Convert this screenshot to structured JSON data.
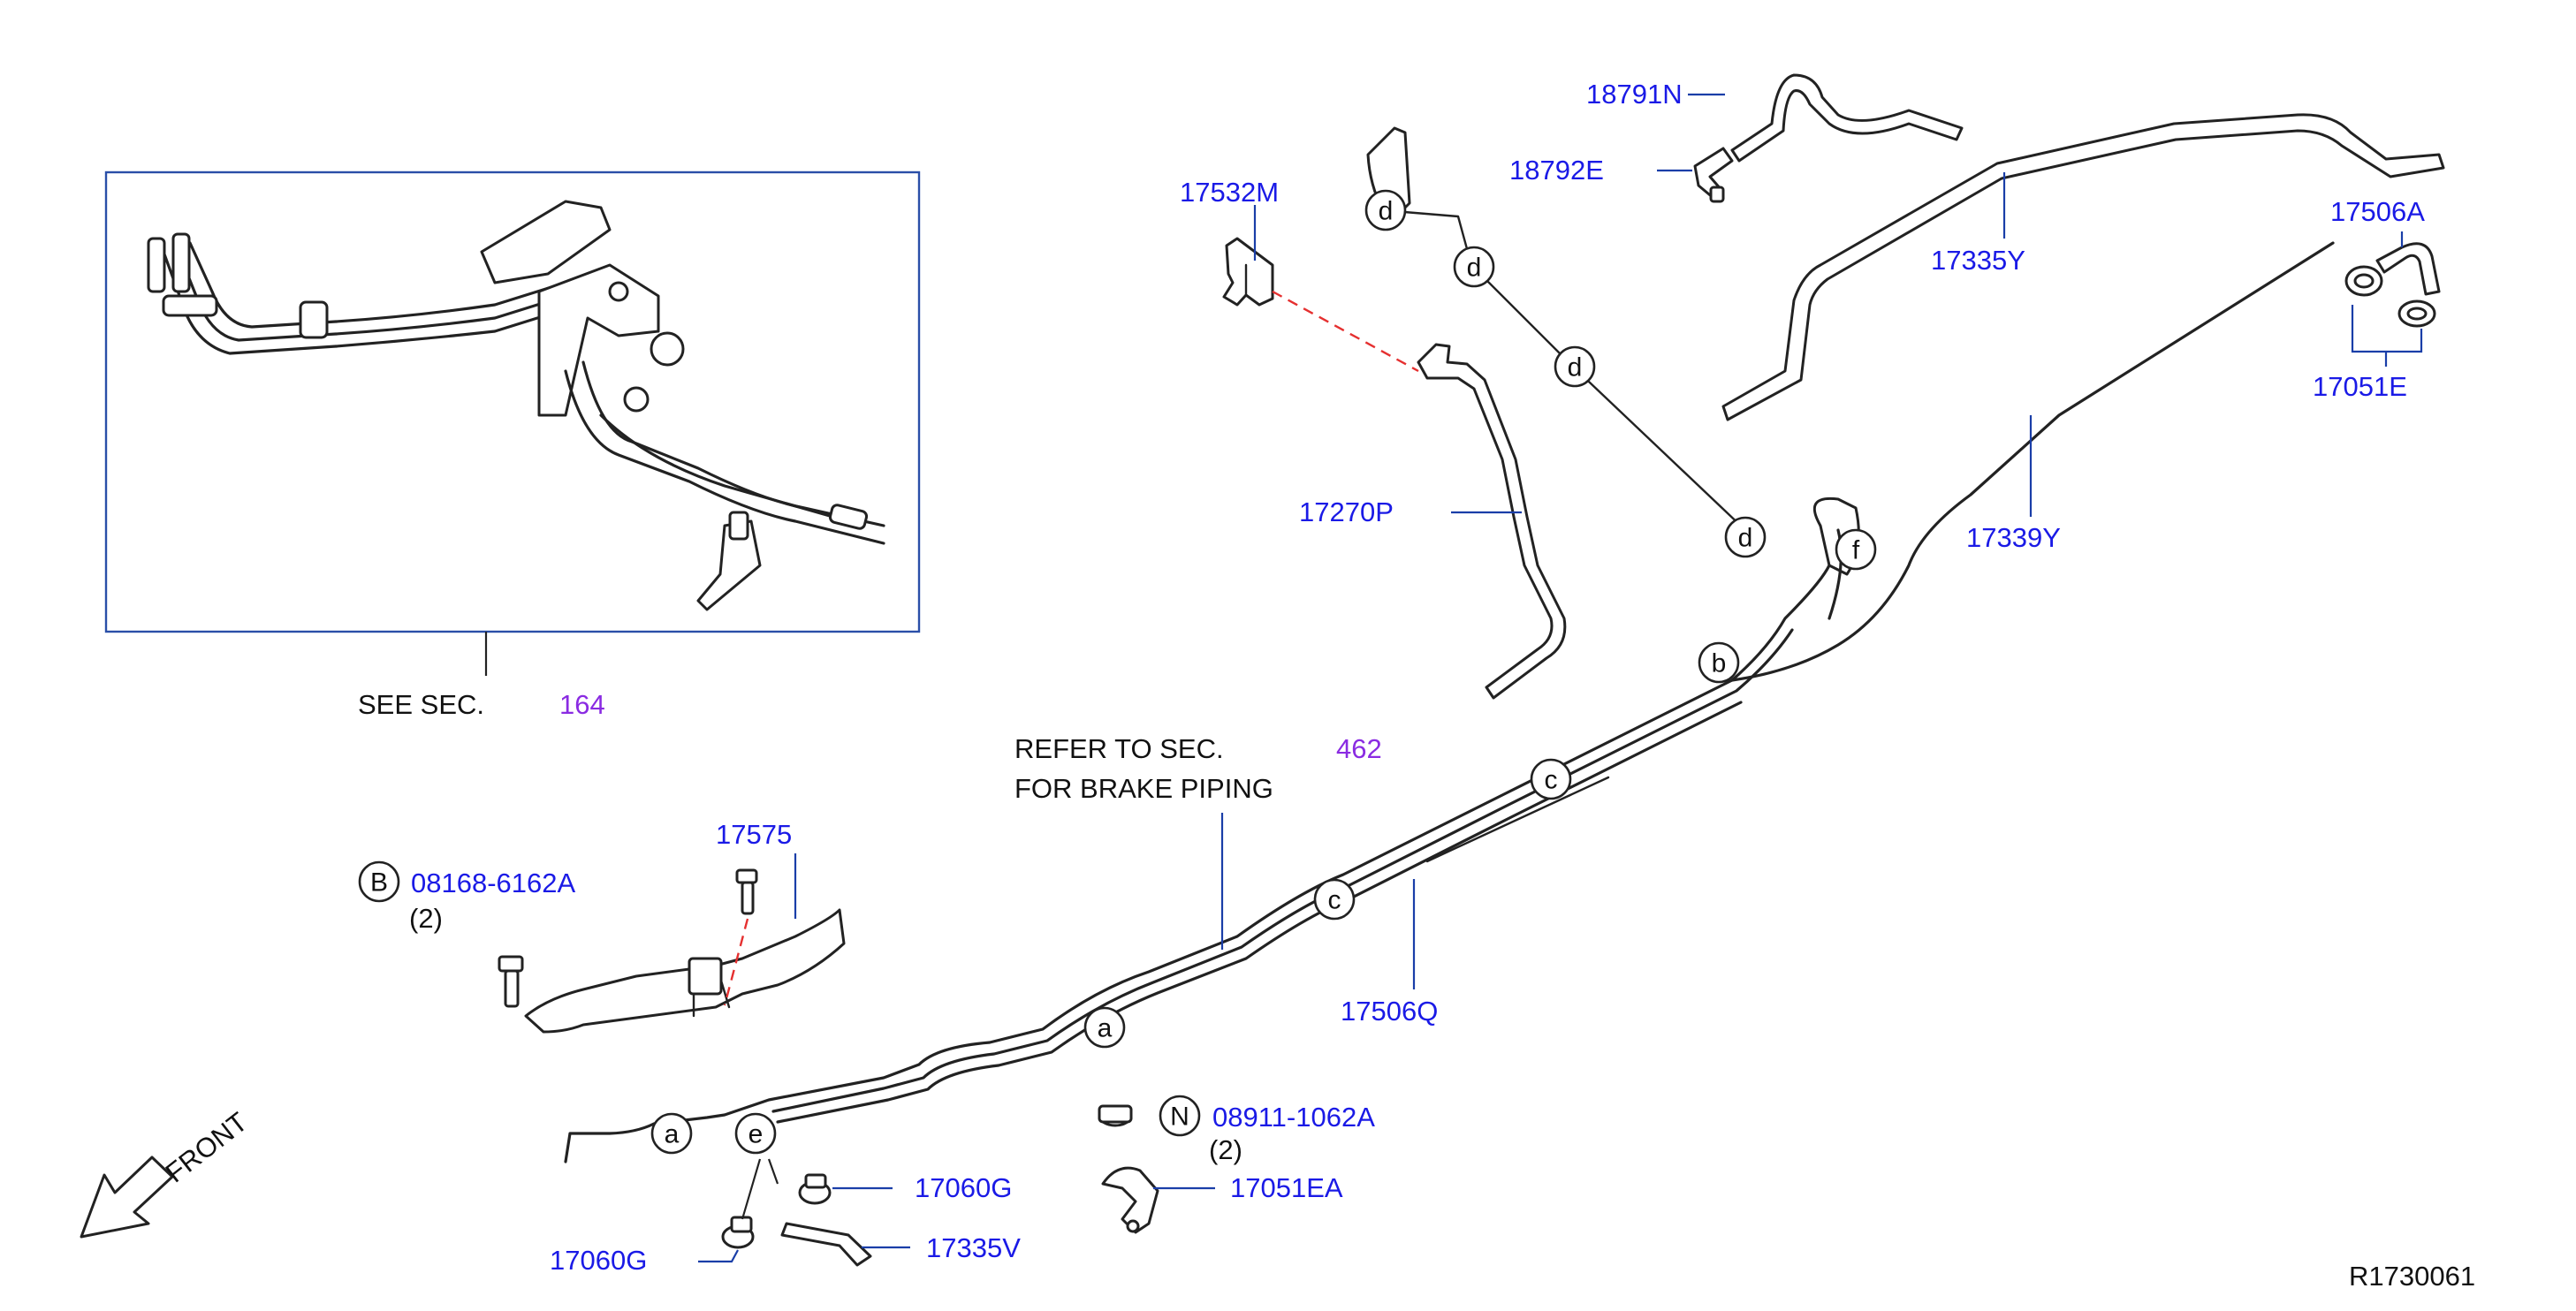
{
  "see_section": {
    "label": "SEE  SEC.",
    "number": "164"
  },
  "refer_section": {
    "line1": "REFER  TO  SEC.",
    "number": "462",
    "line2": "FOR  BRAKE  PIPING"
  },
  "front_label": "FRONT",
  "diagram_code": "R1730061",
  "parts": {
    "p18791N": "18791N",
    "p18792E": "18792E",
    "p17532M": "17532M",
    "p17335Y": "17335Y",
    "p17506A": "17506A",
    "p17051E": "17051E",
    "p17270P": "17270P",
    "p17339Y": "17339Y",
    "p17575": "17575",
    "p08168": "08168-6162A",
    "p08168_qty": "(2)",
    "p17506Q": "17506Q",
    "p08911": "08911-1062A",
    "p08911_qty": "(2)",
    "p17060G_a": "17060G",
    "p17060G_b": "17060G",
    "p17051EA": "17051EA",
    "p17335V": "17335V"
  },
  "callouts": {
    "a1": "a",
    "a2": "a",
    "b": "b",
    "c1": "c",
    "c2": "c",
    "d1": "d",
    "d2": "d",
    "d3": "d",
    "d4": "d",
    "e": "e",
    "f": "f",
    "B": "B",
    "N": "N"
  }
}
